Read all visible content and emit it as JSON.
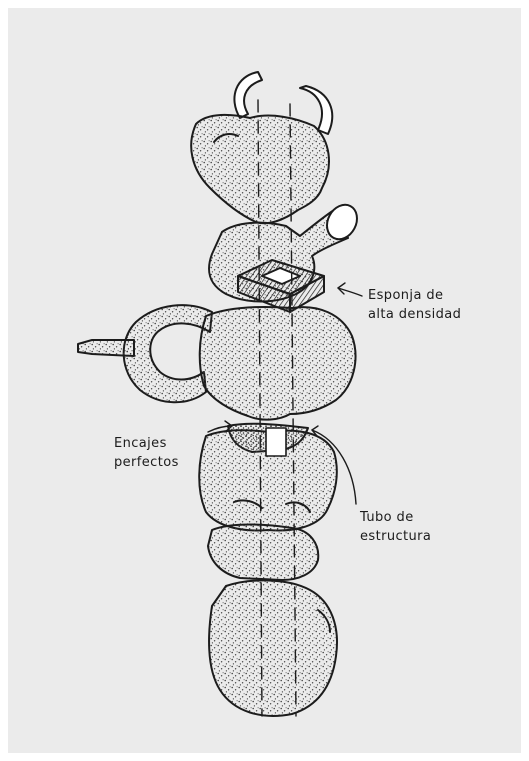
{
  "annotations": [
    {
      "id": "esponja",
      "lines": [
        "Esponja de",
        "alta densidad"
      ]
    },
    {
      "id": "encajes",
      "lines": [
        "Encajes",
        "perfectos"
      ]
    },
    {
      "id": "tubo",
      "lines": [
        "Tubo de",
        "estructura"
      ]
    }
  ],
  "colors": {
    "paper": "#ebebeb",
    "ink": "#1c1c1c",
    "stipple": "#3a3a3a"
  }
}
